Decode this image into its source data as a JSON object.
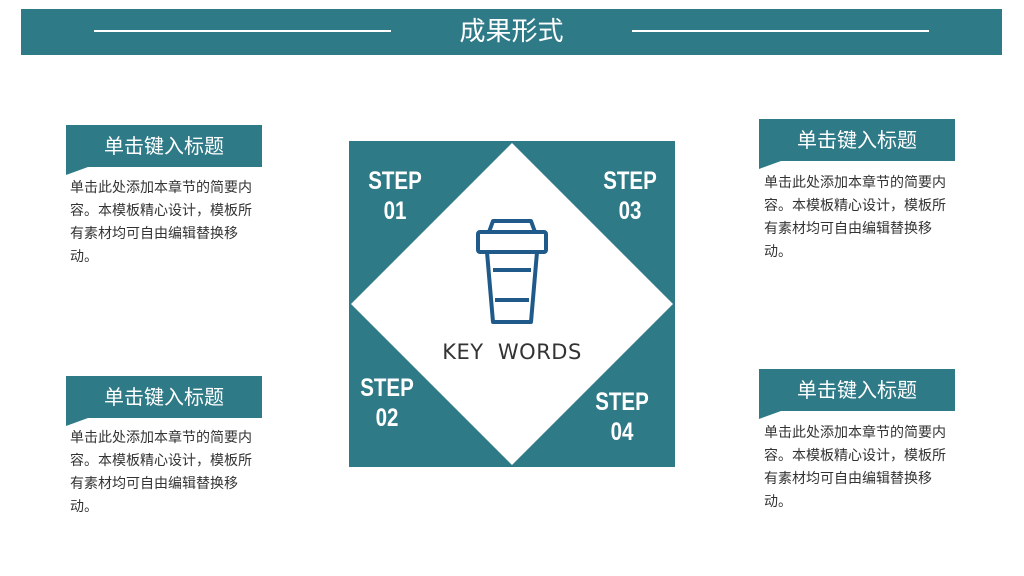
{
  "header": {
    "title": "成果形式"
  },
  "colors": {
    "accent": "#2f7a87",
    "icon": "#1f5a8a"
  },
  "center": {
    "keywords": "KEY  WORDS",
    "icon": "coffee-cup-icon",
    "steps": [
      {
        "label": "STEP",
        "num": "01"
      },
      {
        "label": "STEP",
        "num": "02"
      },
      {
        "label": "STEP",
        "num": "03"
      },
      {
        "label": "STEP",
        "num": "04"
      }
    ]
  },
  "items": [
    {
      "title": "单击键入标题",
      "desc": "单击此处添加本章节的简要内容。本模板精心设计，模板所有素材均可自由编辑替换移动。"
    },
    {
      "title": "单击键入标题",
      "desc": "单击此处添加本章节的简要内容。本模板精心设计，模板所有素材均可自由编辑替换移动。"
    },
    {
      "title": "单击键入标题",
      "desc": "单击此处添加本章节的简要内容。本模板精心设计，模板所有素材均可自由编辑替换移动。"
    },
    {
      "title": "单击键入标题",
      "desc": "单击此处添加本章节的简要内容。本模板精心设计，模板所有素材均可自由编辑替换移动。"
    }
  ]
}
